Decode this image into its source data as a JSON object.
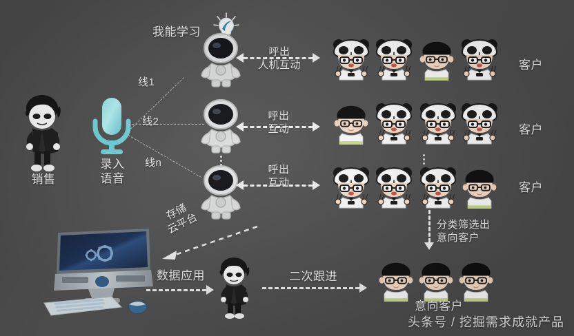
{
  "diagram": {
    "title_footer": "头条号 / 挖掘需求成就产品",
    "background_color": "#4d4d4d",
    "accent_color": "#7fd9e0",
    "text_color": "#ededed"
  },
  "left": {
    "sales_label": "销售",
    "mic_label": "录入\n语音",
    "line_labels": [
      "线1",
      "线2",
      "线n"
    ]
  },
  "robots": {
    "learn_label": "我能学习",
    "rows": [
      {
        "arrow_label": "呼出\n人机互动",
        "customer_label": "客户"
      },
      {
        "arrow_label": "呼出\n互动",
        "customer_label": "客户"
      },
      {
        "arrow_label": "呼出\n互动",
        "customer_label": "客户"
      }
    ]
  },
  "customers": {
    "row1": [
      "panda",
      "panda",
      "boy",
      "panda"
    ],
    "row2": [
      "boy",
      "panda",
      "panda",
      "panda"
    ],
    "row3": [
      "panda",
      "panda",
      "panda",
      "boy"
    ]
  },
  "bottom": {
    "storage_label": "存储\n云平台",
    "data_app_label": "数据应用",
    "second_followup_label": "二次跟进",
    "filter_label": "分类筛选出\n意向客户",
    "intent_customer_label": "意向客户",
    "intent_customers": [
      "boy",
      "boy",
      "boy"
    ]
  }
}
